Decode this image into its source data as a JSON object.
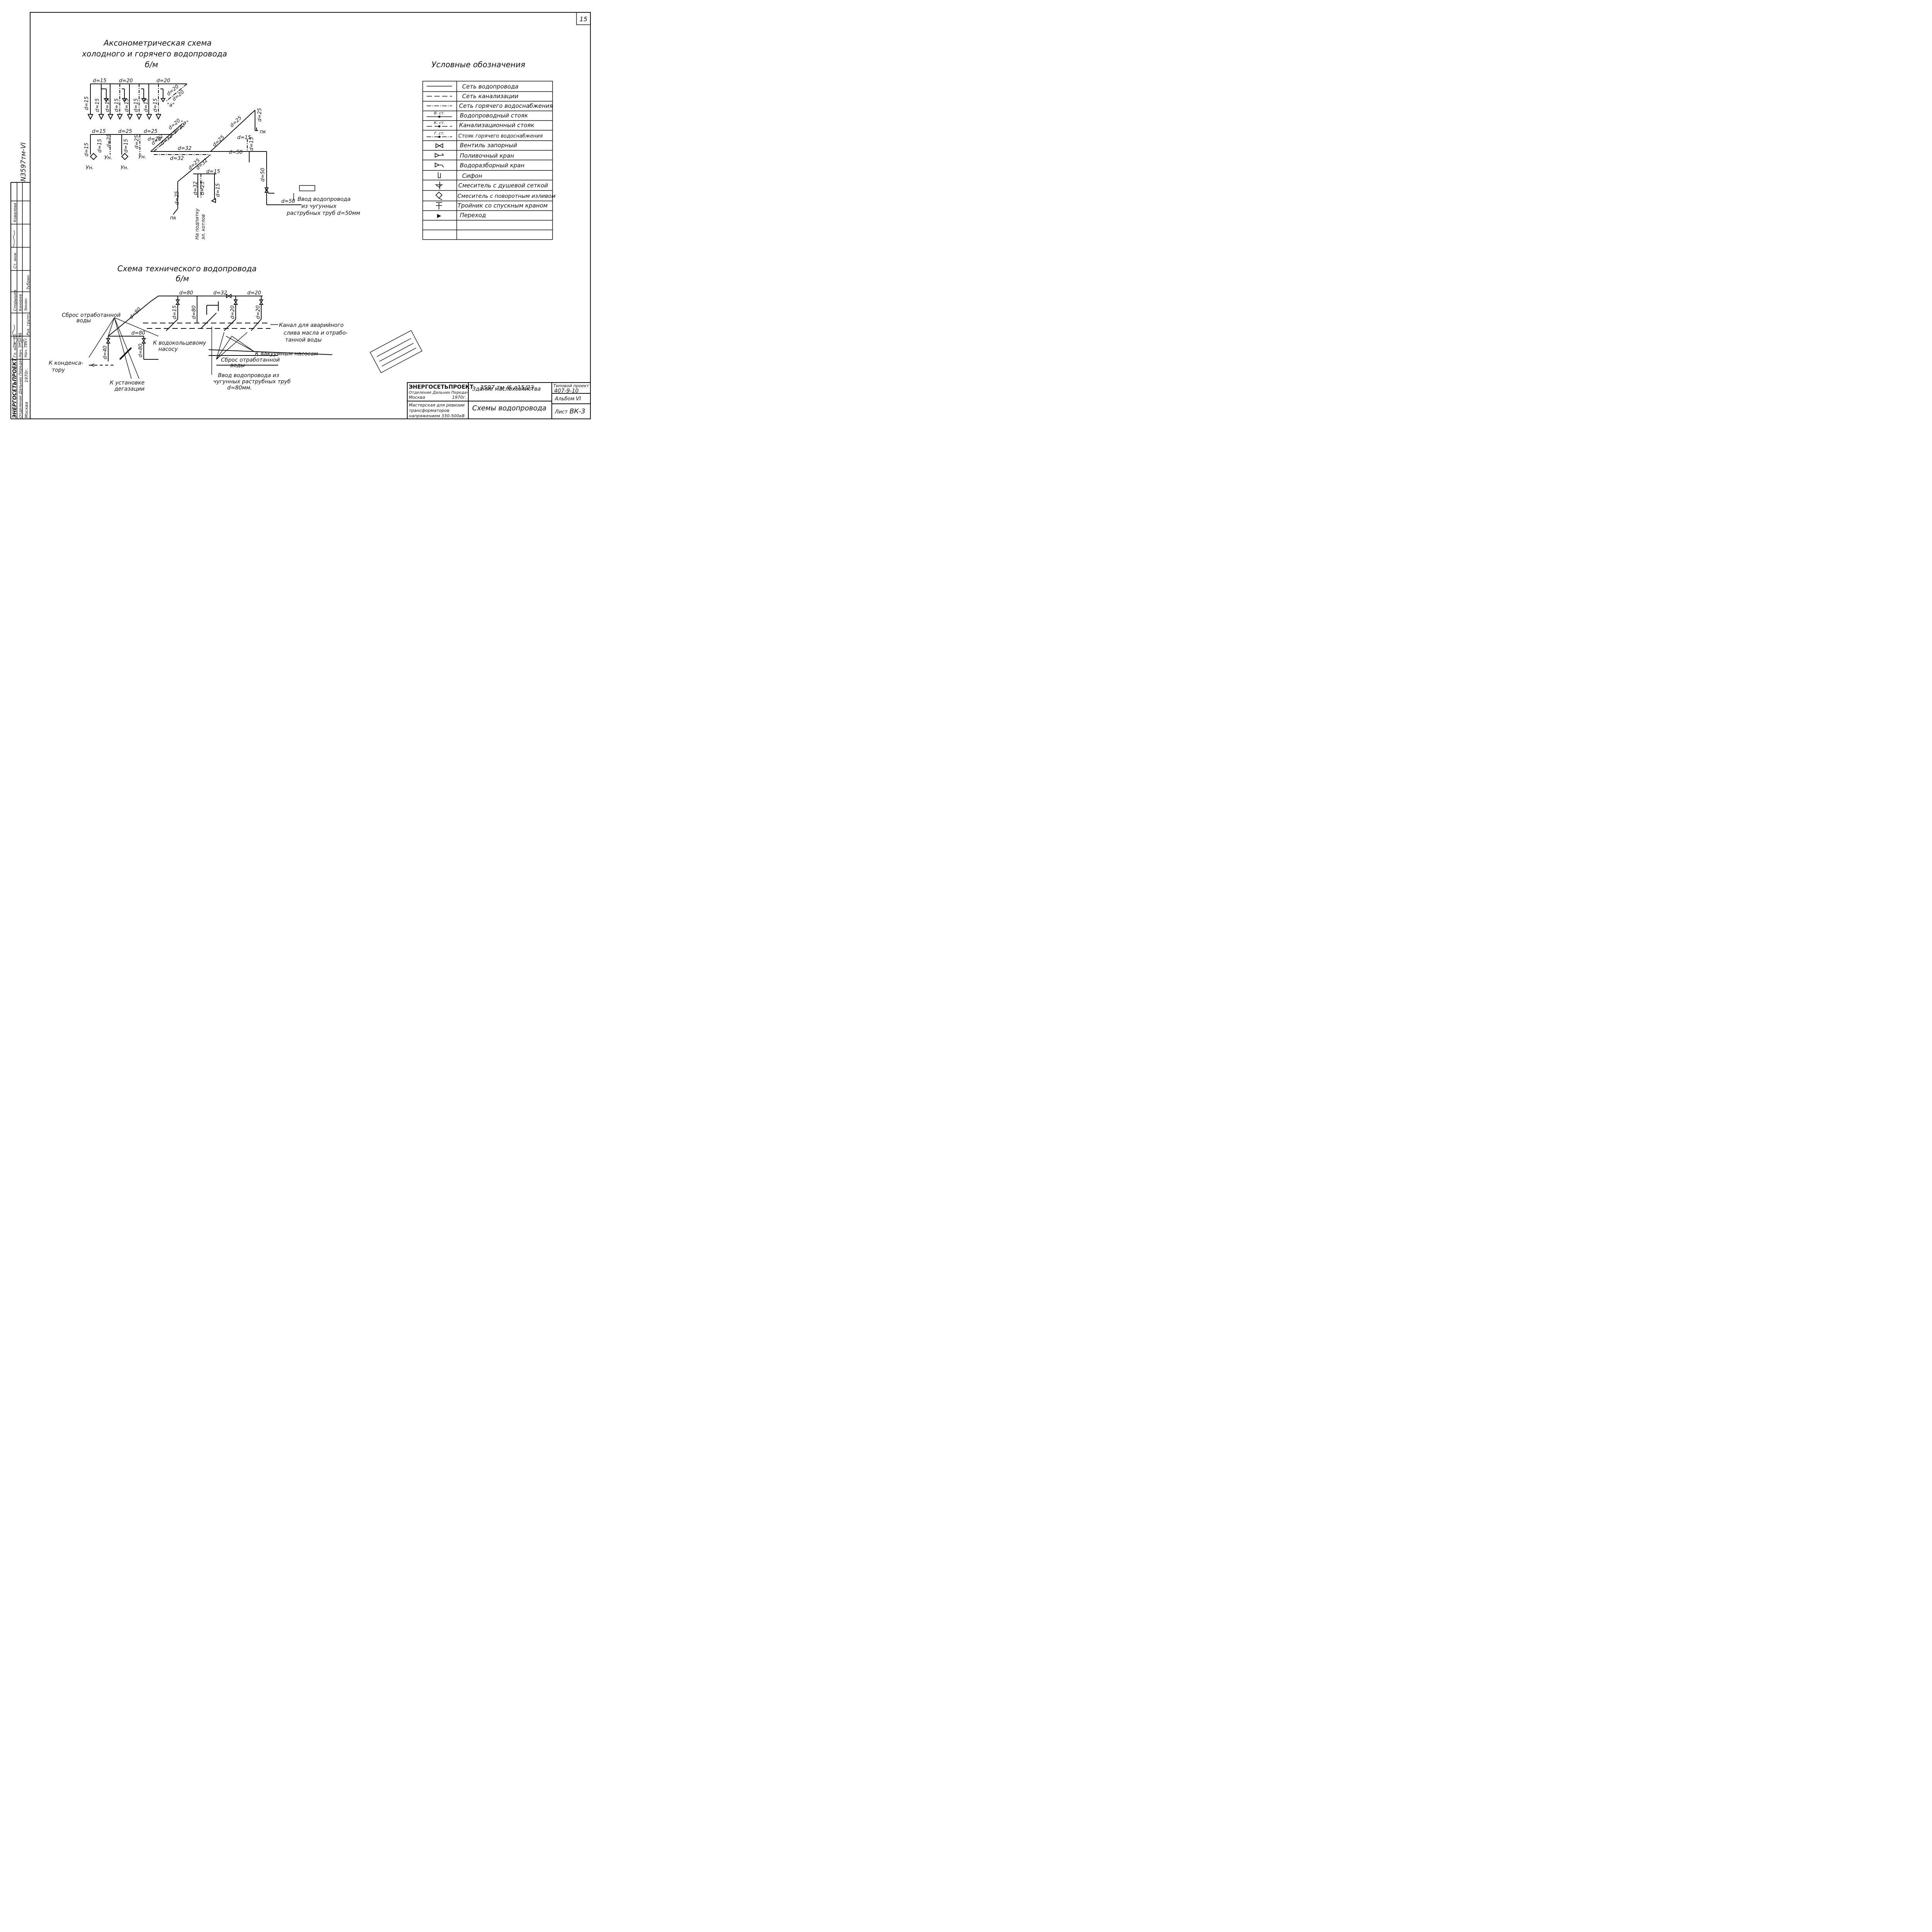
{
  "sheet": {
    "page_number": "15",
    "archive_number": "N3597тм-VI",
    "archive_stamp": "3597 тм /6 л15/23"
  },
  "axo": {
    "title1": "Аксонометрическая схема",
    "title2": "холодного и горячего водопровода",
    "scale": "б/м",
    "d15": "d=15",
    "d20": "d=20",
    "d25": "d=25",
    "d32": "d=32",
    "d50": "d=50",
    "label_a": "\"а\"",
    "label_a2": "\"а\"",
    "un": "Ун.",
    "pk": "пк",
    "vvod1": "Ввод водопровода",
    "vvod2": "из чугунных",
    "vvod3": "раструбных труб d=50мм",
    "boiler1": "На подпитку",
    "boiler2": "эл. котлов"
  },
  "tech": {
    "title1": "Схема технического водопровода",
    "scale": "б/м",
    "d80": "d=80",
    "d32": "d=32",
    "d20": "d=20",
    "d15": "d=15",
    "d40": "d=40",
    "sbros1a": "Сброс отработанной",
    "sbros1b": "воды",
    "kanal1": "Канал для аварийного",
    "kanal2": "слива масла и отрабо-",
    "kanal3": "танной воды",
    "vodokol1": "К водокольцевому",
    "vodokol2": "насосу",
    "vakuum": "К вакуумным насосам",
    "sbros2a": "Сброс отработанной",
    "sbros2b": "воды",
    "vvod1": "Ввод водопровода из",
    "vvod2": "чугунных раструбных труб",
    "vvod3": "d=80мм.",
    "kond1": "К конденса-",
    "kond2": "тору",
    "degaz1": "К установке",
    "degaz2": "дегазации"
  },
  "legend": {
    "title": "Условные обозначения",
    "rows": [
      {
        "label": "Сеть водопровода",
        "tag": ""
      },
      {
        "label": "Сеть канализации",
        "tag": ""
      },
      {
        "label": "Сеть горячего водоснабжения",
        "tag": ""
      },
      {
        "label": "Водопроводный стояк",
        "tag": "В. ст."
      },
      {
        "label": "Канализационный стояк",
        "tag": "К. ст."
      },
      {
        "label": "Стояк горячего водоснабжения",
        "tag": "Г. ст."
      },
      {
        "label": "Вентиль запорный",
        "tag": ""
      },
      {
        "label": "Поливочный кран",
        "tag": ""
      },
      {
        "label": "Водоразборный кран",
        "tag": ""
      },
      {
        "label": "Сифон",
        "tag": ""
      },
      {
        "label": "Смеситель с душевой сеткой",
        "tag": ""
      },
      {
        "label": "Смеситель с поворотным изливом",
        "tag": ""
      },
      {
        "label": "Тройник со спускным краном",
        "tag": ""
      },
      {
        "label": "Переход",
        "tag": ""
      }
    ]
  },
  "side_stamp": {
    "org": "ЭНЕРГОСЕТЬПРОЕКТ",
    "branch": "Отделение Дальних Передач",
    "city": "Москва",
    "year": "1970г.",
    "roles": [
      "Гл. инж. пр.",
      "Нач. отдела",
      "Нач. сект.",
      "Рук. групп.",
      "Ст. инж."
    ],
    "names": [
      "Спорышев",
      "Бахирев",
      "Зинин",
      "Зубрин",
      "Ковалева"
    ]
  },
  "title_block": {
    "org": "ЭНЕРГОСЕТЬПРОЕКТ",
    "branch": "Отделение Дальних Передач",
    "city": "Москва",
    "year": "1970г.",
    "building": "Здание маслохозяйства",
    "workshop1": "Мастерская для ревизии",
    "workshop2": "трансформаторов",
    "workshop3": "напряжением 330-500кВ",
    "drawing": "Схемы водопровода",
    "type_label": "Типовой проект",
    "type_no": "407-9-10",
    "album_label": "Альбом",
    "album_no": "VI",
    "sheet_label": "Лист",
    "sheet_no": "ВК-3"
  }
}
